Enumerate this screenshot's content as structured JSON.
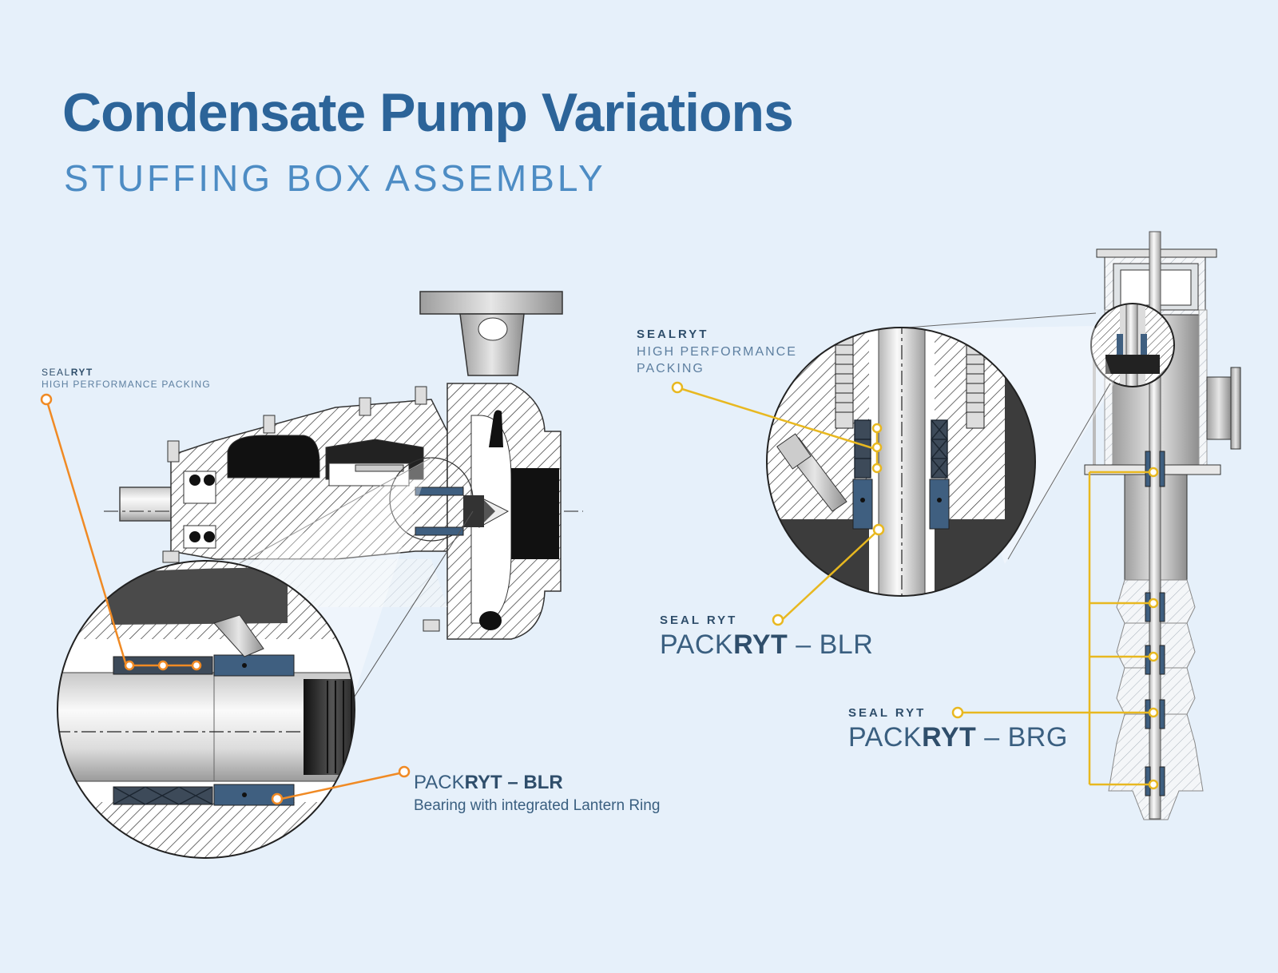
{
  "title": "Condensate Pump Variations",
  "subtitle": "STUFFING BOX ASSEMBLY",
  "left_diagram": {
    "sealryt_label": {
      "prefix": "SEAL",
      "bold": "RYT",
      "sub": "HIGH PERFORMANCE PACKING"
    },
    "packryt_label": {
      "prefix": "PACK",
      "bold": "RYT",
      "suffix": " – BLR",
      "caption": "Bearing with integrated Lantern Ring"
    }
  },
  "right_diagram": {
    "sealryt_label": {
      "head": "SEALRYT",
      "sub_line1": "HIGH PERFORMANCE",
      "sub_line2": "PACKING"
    },
    "blr_label": {
      "head": "SEAL RYT",
      "prefix": "PACK",
      "bold": "RYT",
      "suffix": " – BLR"
    },
    "brg_label": {
      "head": "SEAL RYT",
      "prefix": "PACK",
      "bold": "RYT",
      "suffix": " – BRG"
    }
  },
  "colors": {
    "background": "#e6f0fa",
    "title": "#2c6499",
    "subtitle": "#4d8cc4",
    "orange_callout": "#f08a24",
    "yellow_callout": "#e8b820",
    "packing_blue": "#3f5f80"
  }
}
